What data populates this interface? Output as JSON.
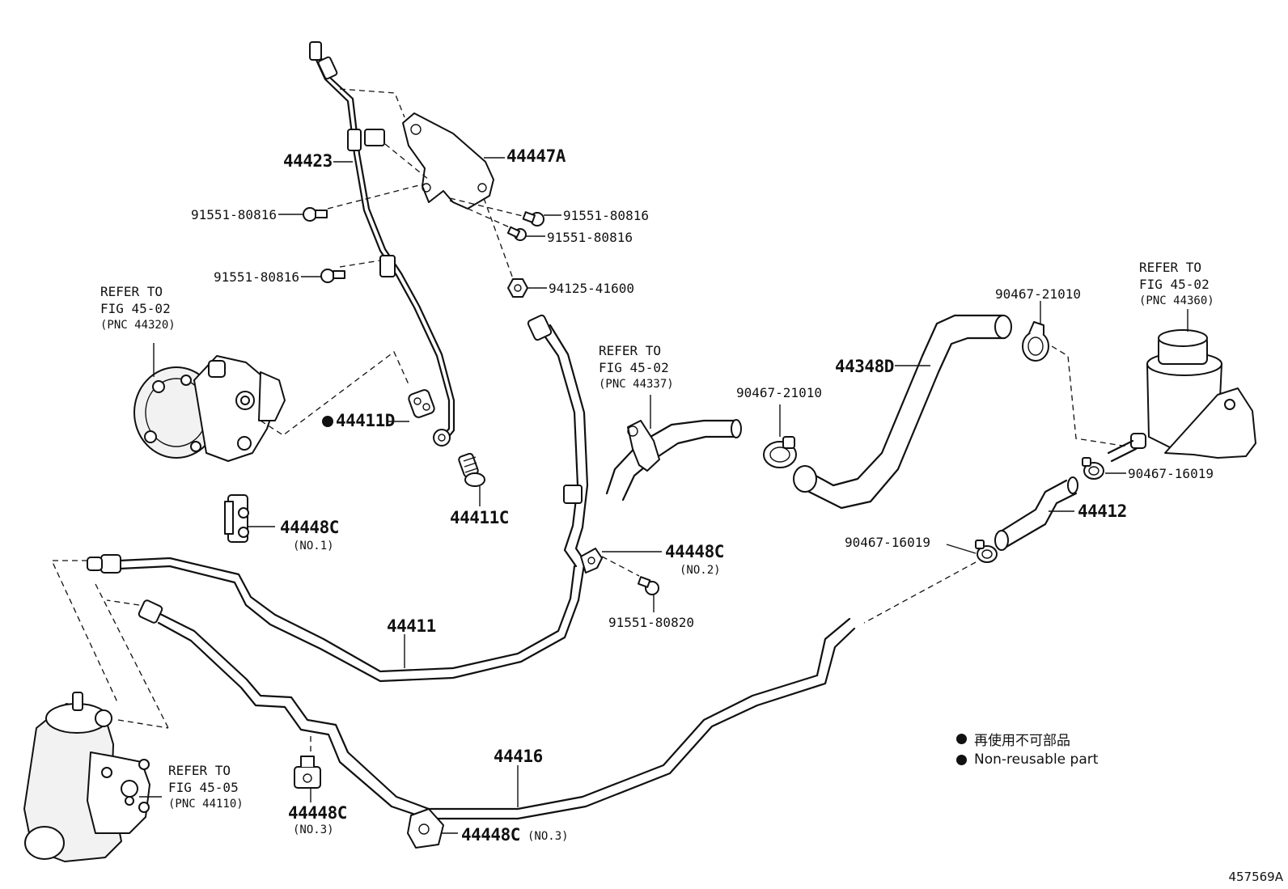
{
  "callouts": {
    "p44423": "44423",
    "p44447A": "44447A",
    "b91551_80816_a": "91551-80816",
    "b91551_80816_b": "91551-80816",
    "b91551_80816_c": "91551-80816",
    "b91551_80816_d": "91551-80816",
    "n94125_41600": "94125-41600",
    "p44411D": "44411D",
    "p44411C": "44411C",
    "p44448C_no1": "44448C",
    "p44448C_no1_sub": "(NO.1)",
    "p44448C_no2": "44448C",
    "p44448C_no2_sub": "(NO.2)",
    "b91551_80820": "91551-80820",
    "p44411": "44411",
    "p44416": "44416",
    "p44448C_no3a": "44448C",
    "p44448C_no3a_sub": "(NO.3)",
    "p44448C_no3b": "44448C",
    "p44448C_no3b_sub": "(NO.3)",
    "c90467_21010_a": "90467-21010",
    "c90467_21010_b": "90467-21010",
    "p44348D": "44348D",
    "c90467_16019_a": "90467-16019",
    "c90467_16019_b": "90467-16019",
    "p44412": "44412"
  },
  "refs": {
    "pump": [
      "REFER TO",
      "FIG 45-02",
      "(PNC 44320)"
    ],
    "hose": [
      "REFER TO",
      "FIG 45-02",
      "(PNC 44337)"
    ],
    "reservoir": [
      "REFER TO",
      "FIG 45-02",
      "(PNC 44360)"
    ],
    "gear": [
      "REFER TO",
      "FIG 45-05",
      "(PNC 44110)"
    ]
  },
  "legend": {
    "japanese": "再使用不可部品",
    "english": "Non-reusable part"
  },
  "figure_id": "457569A"
}
